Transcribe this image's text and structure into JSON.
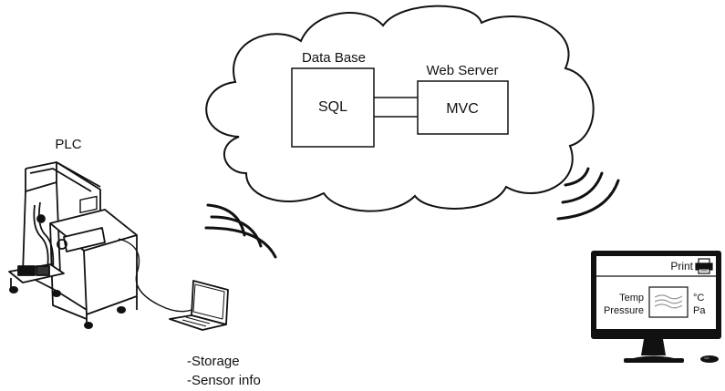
{
  "cloud": {
    "database": {
      "title": "Data Base",
      "content": "SQL"
    },
    "webserver": {
      "title": "Web Server",
      "content": "MVC"
    }
  },
  "plc": {
    "title": "PLC",
    "notes": [
      "-Storage",
      "-Sensor info"
    ]
  },
  "monitor": {
    "print_label": "Print",
    "readings": [
      {
        "label": "Temp",
        "unit": "°C"
      },
      {
        "label": "Pressure",
        "unit": "Pa"
      }
    ]
  },
  "icons": [
    "wifi-waves-icon",
    "printer-icon",
    "laptop-icon",
    "mouse-icon",
    "sensor-graph-icon"
  ]
}
